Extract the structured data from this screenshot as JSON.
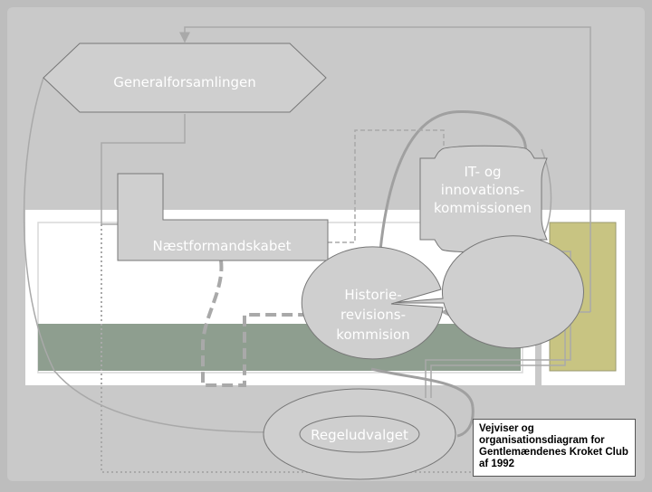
{
  "diagram": {
    "nodes": {
      "generalforsamlingen": "Generalforsamlingen",
      "naestformandskabet": "Næstformandskabet",
      "it_kommission": [
        "IT- og",
        "innovations-",
        "kommissionen"
      ],
      "historie_kommission": [
        "Historie-",
        "revisions-",
        "kommision"
      ],
      "regeludvalget": "Regeludvalget"
    },
    "caption": "Vejviser og organisationsdiagram for Gentlemændenes Kroket Club af 1992"
  },
  "colors": {
    "background": "#bdbdbd",
    "panel": "#c9c9c9",
    "node_fill": "#cfcfcf",
    "band": "#8e9e8f",
    "olive": "#c8c482",
    "connector": "#a9a9a9"
  }
}
